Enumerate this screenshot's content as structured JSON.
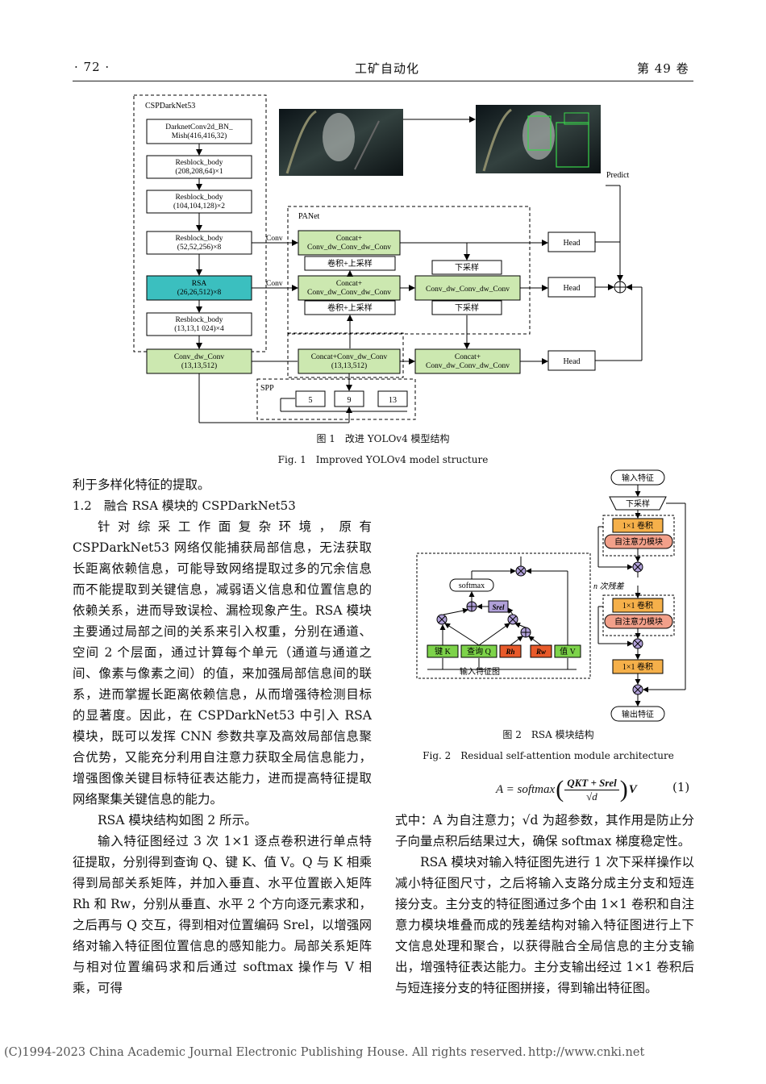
{
  "header": {
    "page_number": "· 72 ·",
    "journal": "工矿自动化",
    "volume": "第 49 卷"
  },
  "fig1": {
    "backbone_label": "CSPDarkNet53",
    "backbone_blocks": [
      "DarknetConv2d_BN_\nMish(416,416,32)",
      "Resblock_body\n(208,208,64)×1",
      "Resblock_body\n(104,104,128)×2",
      "Resblock_body\n(52,52,256)×8",
      "RSA\n(26,26,512)×8",
      "Resblock_body\n(13,13,1 024)×4"
    ],
    "conv_dw_conv": "Conv_dw_Conv\n(13,13,512)",
    "panet_label": "PANet",
    "conv_label": "Conv",
    "concat_blocks": [
      "Concat+\nConv_dw_Conv_dw_Conv",
      "Concat+\nConv_dw_Conv_dw_Conv"
    ],
    "upsample_label": "卷积+上采样",
    "downsample_label": "下采样",
    "mid_block": "Conv_dw_Conv_dw_Conv",
    "spp_concat": "Concat+Conv_dw_Conv\n(13,13,512)",
    "right_concat": "Concat+\nConv_dw_Conv_dw_Conv",
    "head_label": "Head",
    "predict_label": "Predict",
    "spp_label": "SPP",
    "spp_pools": [
      "5",
      "9",
      "13"
    ],
    "caption_cn": "图 1　改进 YOLOv4 模型结构",
    "caption_en": "Fig. 1　Improved YOLOv4 model structure"
  },
  "fig2": {
    "input": "输入特征",
    "downsample": "下采样",
    "conv1x1": "1×1 卷积",
    "attention": "自注意力模块",
    "n_residual": "n 次残差",
    "output": "输出特征",
    "softmax": "softmax",
    "key": "键 K",
    "query": "查询 Q",
    "rh": "Rh",
    "rw": "Rw",
    "value": "值 V",
    "srel": "Srel",
    "input_map": "输入特征图",
    "caption_cn": "图 2　RSA 模块结构",
    "caption_en": "Fig. 2　Residual self-attention module architecture"
  },
  "left_column": {
    "p0": "利于多样化特征的提取。",
    "section_title": "1.2　融合 RSA 模块的 CSPDarkNet53",
    "p1": "针对综采工作面复杂环境，原有 CSPDarkNet53 网络仅能捕获局部信息，无法获取长距离依赖信息，可能导致网络提取过多的冗余信息而不能提取到关键信息，减弱语义信息和位置信息的依赖关系，进而导致误检、漏检现象产生。RSA 模块主要通过局部之间的关系来引入权重，分别在通道、空间 2 个层面，通过计算每个单元（通道与通道之间、像素与像素之间）的值，来加强局部信息间的联系，进而掌握长距离依赖信息，从而增强待检测目标的显著度。因此，在 CSPDarkNet53 中引入 RSA 模块，既可以发挥 CNN 参数共享及高效局部信息聚合优势，又能充分利用自注意力获取全局信息能力，增强图像关键目标特征表达能力，进而提高特征提取网络聚集关键信息的能力。",
    "p2": "RSA 模块结构如图 2 所示。",
    "p3": "输入特征图经过 3 次 1×1 逐点卷积进行单点特征提取，分别得到查询 Q、键 K、值 V。Q 与 K 相乘得到局部关系矩阵，并加入垂直、水平位置嵌入矩阵 Rh 和 Rw，分别从垂直、水平 2 个方向逐元素求和，之后再与 Q 交互，得到相对位置编码 Srel，以增强网络对输入特征图位置信息的感知能力。局部关系矩阵与相对位置编码求和后通过 softmax 操作与 V 相乘，可得"
  },
  "right_column": {
    "formula_lhs": "A = softmax",
    "formula_num": "QKT + Srel",
    "formula_den": "√d",
    "formula_tail": "V",
    "formula_number": "(1)",
    "p4": "式中：A 为自注意力；√d 为超参数，其作用是防止分子向量点积后结果过大，确保 softmax 梯度稳定性。",
    "p5": "RSA 模块对输入特征图先进行 1 次下采样操作以减小特征图尺寸，之后将输入支路分成主分支和短连接分支。主分支的特征图通过多个由 1×1 卷积和自注意力模块堆叠而成的残差结构对输入特征图进行上下文信息处理和聚合，以获得融合全局信息的主分支输出，增强特征表达能力。主分支输出经过 1×1 卷积后与短连接分支的特征图拼接，得到输出特征图。"
  },
  "footer": {
    "copyright": "(C)1994-2023 China Academic Journal Electronic Publishing House. All rights reserved.",
    "url": "http://www.cnki.net"
  },
  "colors": {
    "green_box": "#cce8b0",
    "teal_box": "#3bbfbf",
    "orange_box": "#f5b04a",
    "salmon_box": "#f2a08a",
    "purple_circle": "#b0a0d8"
  }
}
